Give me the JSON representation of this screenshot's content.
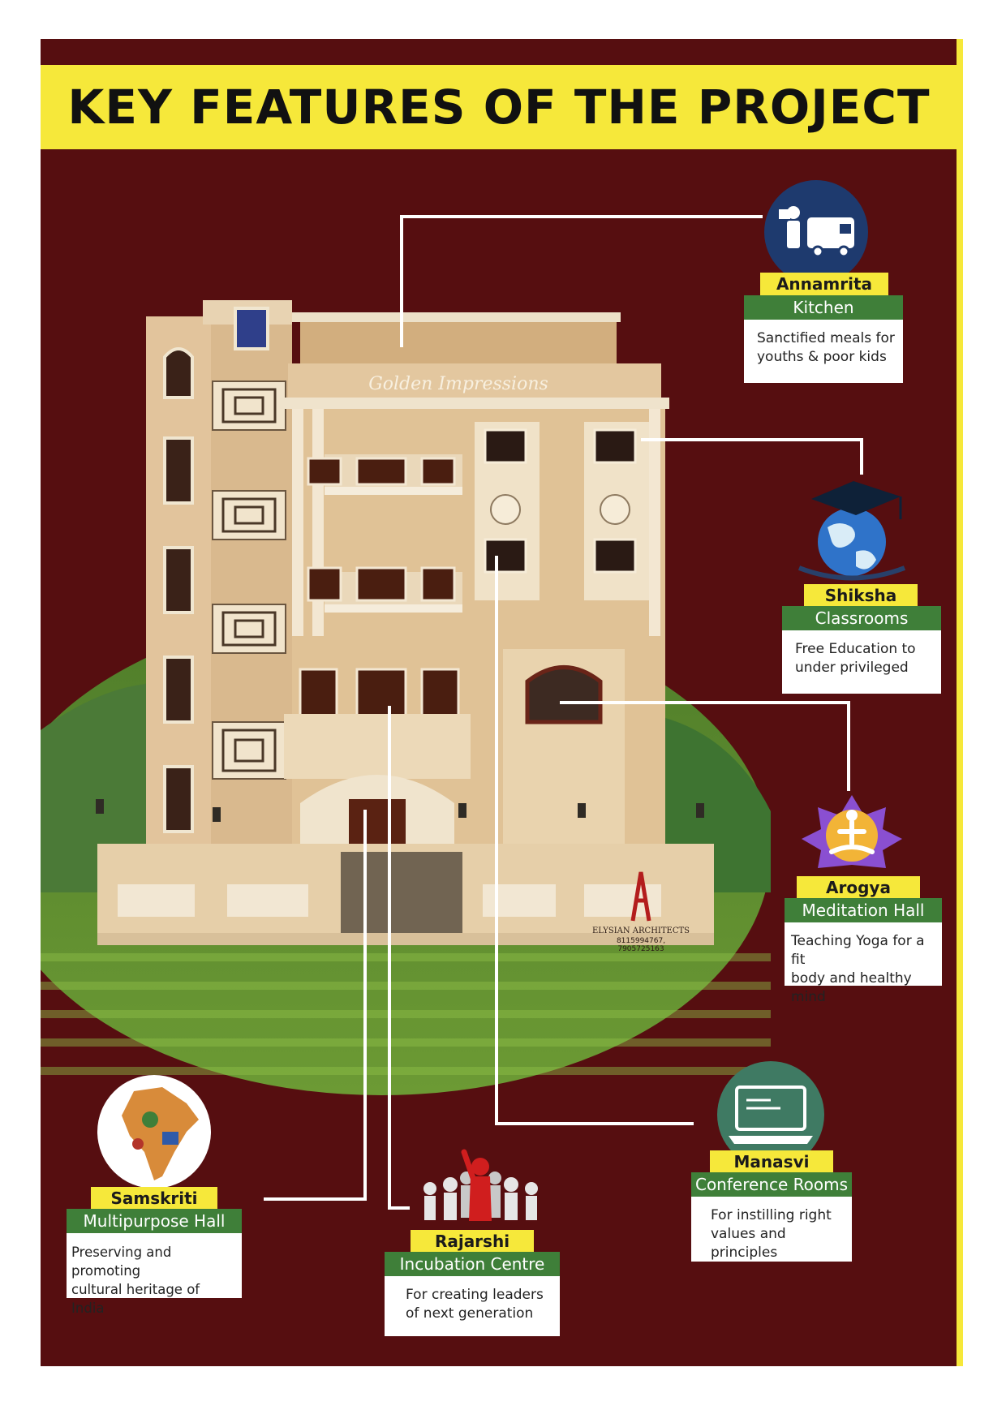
{
  "header": {
    "title": "KEY FEATURES OF THE PROJECT"
  },
  "building": {
    "sign": "Golden Impressions",
    "architect": "ELYSIAN ARCHITECTS",
    "phone1": "8115994767,",
    "phone2": "7905725163"
  },
  "features": [
    {
      "title": "Annamrita",
      "subtitle": "Kitchen",
      "description_line1": "Sanctified meals for",
      "description_line2": "youths & poor kids",
      "icon": "delivery-van-icon"
    },
    {
      "title": "Shiksha",
      "subtitle": "Classrooms",
      "description_line1": "Free Education to",
      "description_line2": "under privileged",
      "icon": "globe-graduation-cap-icon"
    },
    {
      "title": "Arogya",
      "subtitle": "Meditation Hall",
      "description_line1": "Teaching Yoga for a fit",
      "description_line2": "body and healthy mind",
      "icon": "meditation-chakra-icon"
    },
    {
      "title": "Manasvi",
      "subtitle": "Conference Rooms",
      "description_line1": "For instilling right",
      "description_line2": "values and principles",
      "icon": "laptop-icon"
    },
    {
      "title": "Rajarshi",
      "subtitle": "Incubation Centre",
      "description_line1": "For creating leaders",
      "description_line2": "of next generation",
      "icon": "leader-crowd-icon"
    },
    {
      "title": "Samskriti",
      "subtitle": "Multipurpose Hall",
      "description_line1": "Preserving and promoting",
      "description_line2": "cultural heritage of India",
      "icon": "india-culture-map-icon"
    }
  ],
  "colors": {
    "maroon": "#560e10",
    "yellow": "#f6e83a",
    "green": "#3f7f39",
    "navy": "#1e3a6e",
    "teal": "#3f7a63"
  }
}
